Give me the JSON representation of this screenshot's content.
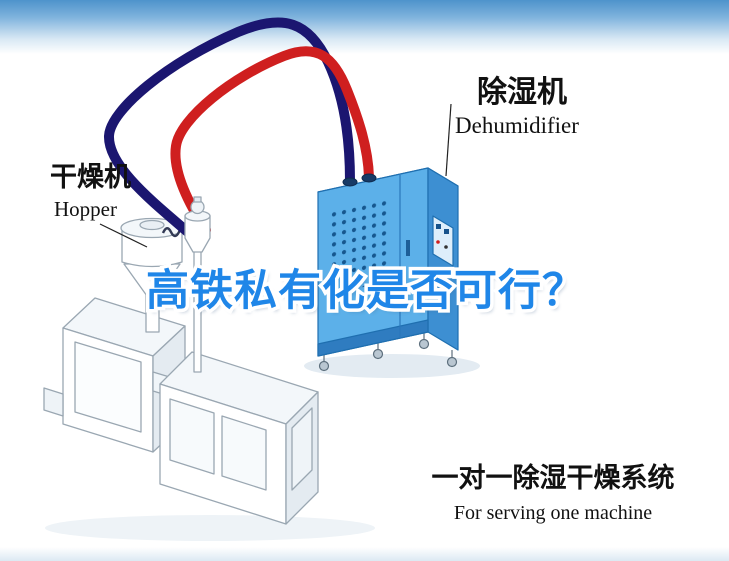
{
  "labels": {
    "hopper": {
      "cn": "干燥机",
      "en": "Hopper"
    },
    "dehumidifier": {
      "cn": "除湿机",
      "en": "Dehumidifier"
    }
  },
  "watermark": {
    "text": "高铁私有化是否可行？",
    "color": "#1f86e8",
    "outline_color": "#ffffff"
  },
  "footer": {
    "title_cn": "一对一除湿干燥系统",
    "subtitle_en": "For serving one machine"
  },
  "colors": {
    "pipe_dry_air_blue": "#1b1670",
    "pipe_return_air_red": "#cf1f1f",
    "dehumidifier_front": "#5cb0e9",
    "dehumidifier_side": "#3d8fd2",
    "dehumidifier_top": "#a9d5f3",
    "sky_band_top": "#4e93cb"
  }
}
